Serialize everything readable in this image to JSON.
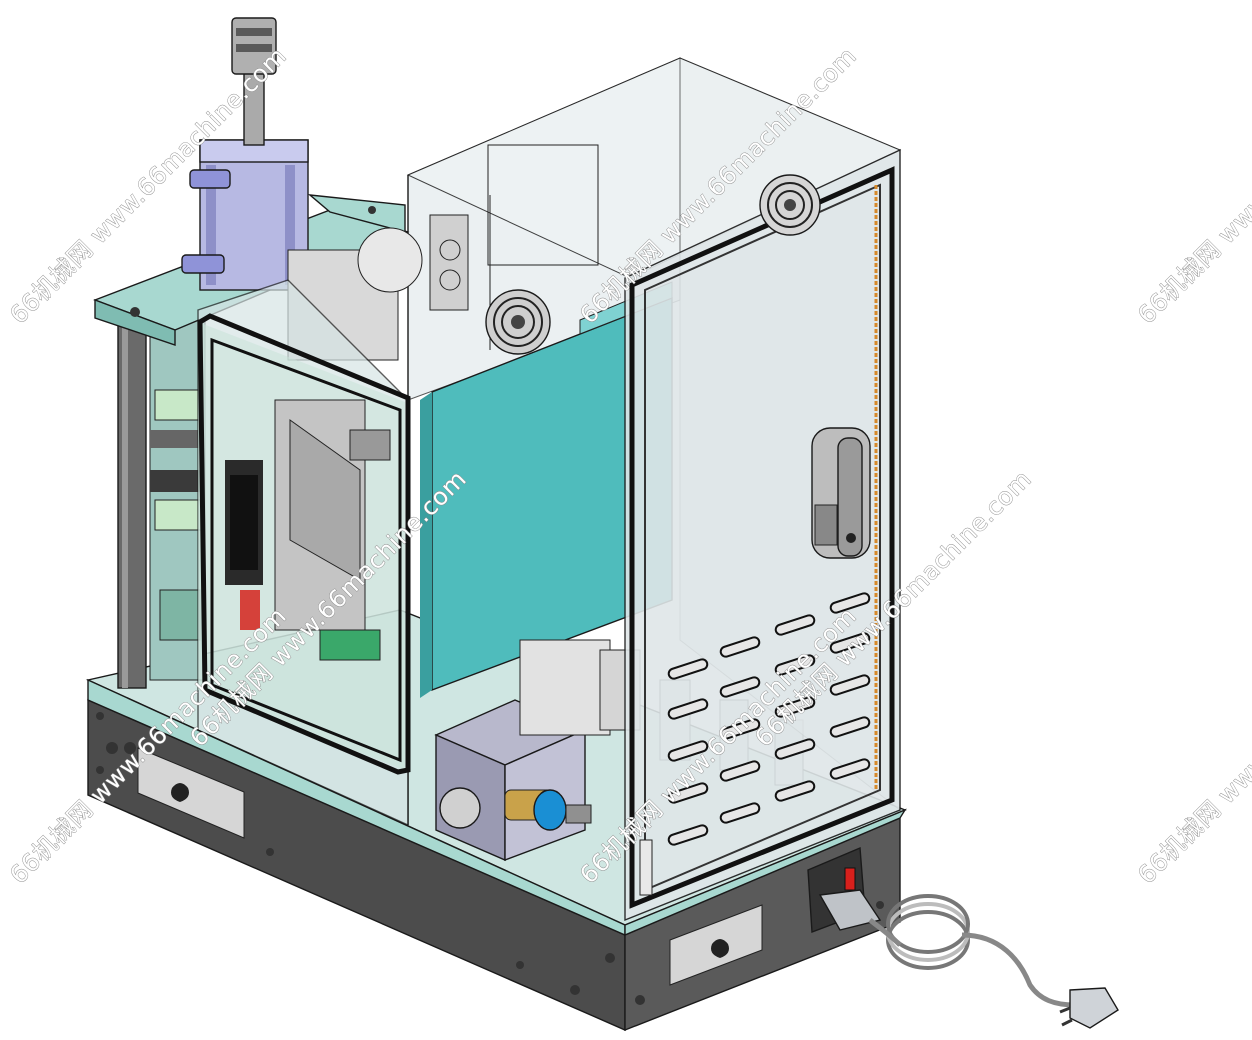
{
  "drawing": {
    "watermarks": [
      "66机械网 www.66machine.com",
      "66机械网 www.66machine.com",
      "66机械网 www.66machine.com",
      "66机械网 www.66machine.com",
      "66机械网 www.66machine.com",
      "66机械网 www.66machine.com",
      "66机械网 www.66machine.com",
      "66机械网 www.66machine.com"
    ],
    "palette": {
      "teal_panel": "#4fbcbc",
      "light_teal": "#a8d8d0",
      "base_dark": "#4a4a4a",
      "glass": "#dfe8ea",
      "cylinder_blue": "#b7b9e3",
      "switch_red": "#d8201c",
      "fitting_blue": "#1a8fd4"
    },
    "icons": [
      "fan-icon",
      "power-plug-icon",
      "door-handle-icon"
    ]
  }
}
